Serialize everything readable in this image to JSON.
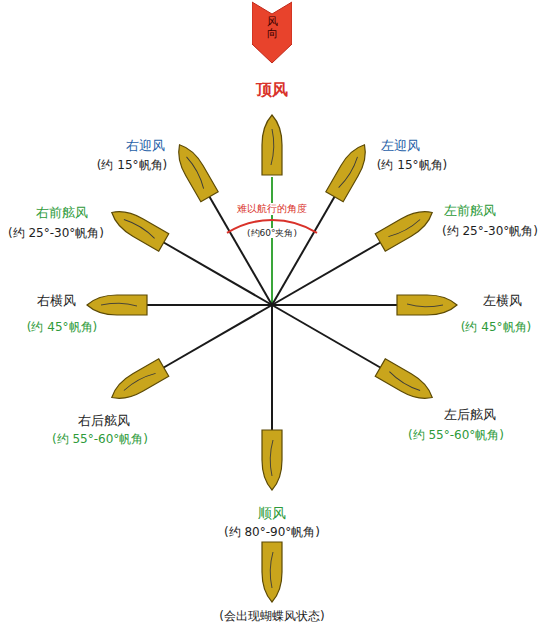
{
  "diagram": {
    "nodes": [
      {
        "text": [
          "风向"
        ]
      }
    ],
    "labels": [
      "顶风",
      "右迎风",
      "(约 15°帆角)",
      "左迎风",
      "(约 15°帆角)",
      "难以航行的角度",
      "(约60°夹角)",
      "右前舷风",
      "(约 25°-30°帆角)",
      "左前舷风",
      "(约 25°-30°帆角)",
      "右横风",
      "(约 45°帆角)",
      "左横风",
      "(约 45°帆角)",
      "右后舷风",
      "(约 55°-60°帆角)",
      "左后舷风",
      "(约 55°-60°帆角)",
      "顺风",
      "(约 80°-90°帆角)",
      "(会出现蝴蝶风状态)"
    ]
  }
}
